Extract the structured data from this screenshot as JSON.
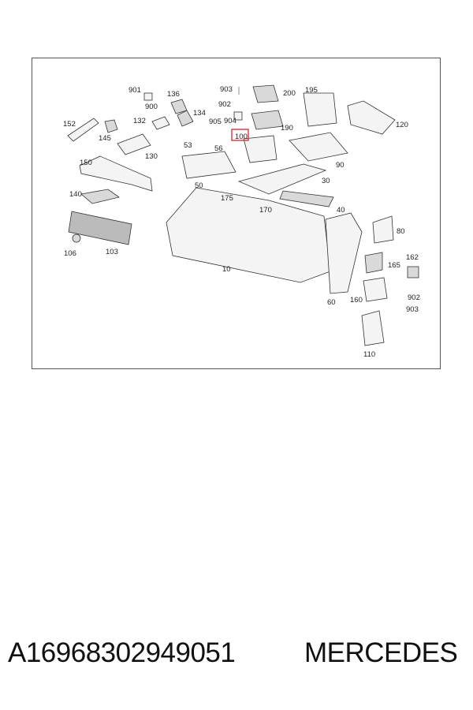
{
  "diagram": {
    "labels": [
      "901",
      "136",
      "900",
      "903",
      "200",
      "195",
      "152",
      "132",
      "134",
      "902",
      "905",
      "904",
      "190",
      "120",
      "145",
      "53",
      "56",
      "100",
      "130",
      "90",
      "150",
      "50",
      "30",
      "140",
      "175",
      "170",
      "40",
      "80",
      "106",
      "103",
      "10",
      "162",
      "165",
      "902",
      "160",
      "903",
      "60",
      "110"
    ],
    "highlighted_label": "100",
    "highlight_color": "#e0303a"
  },
  "caption": {
    "part_number": "A16968302949051",
    "brand": "MERCEDES"
  }
}
